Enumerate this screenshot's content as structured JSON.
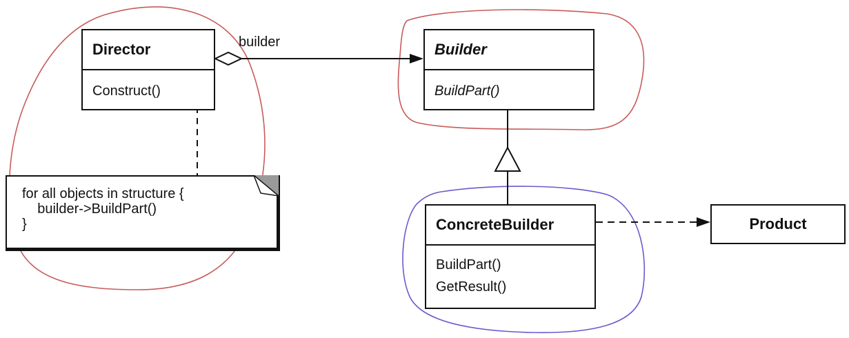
{
  "diagram": {
    "classes": {
      "director": {
        "name": "Director",
        "operations": [
          "Construct()"
        ]
      },
      "builder": {
        "name": "Builder",
        "operations": [
          "BuildPart()"
        ]
      },
      "concrete_builder": {
        "name": "ConcreteBuilder",
        "operations": [
          "BuildPart()",
          "GetResult()"
        ]
      },
      "product": {
        "name": "Product"
      }
    },
    "note": {
      "lines": [
        "for all objects in structure {",
        "    builder->BuildPart()",
        "}"
      ]
    },
    "association_label": "builder",
    "colors": {
      "outline": "#111111",
      "director_group_circle": "#c85a5a",
      "builder_group_circle": "#c85a5a",
      "concrete_group_circle": "#6a5acd",
      "note_corner_fill": "#9a9a9a"
    }
  }
}
